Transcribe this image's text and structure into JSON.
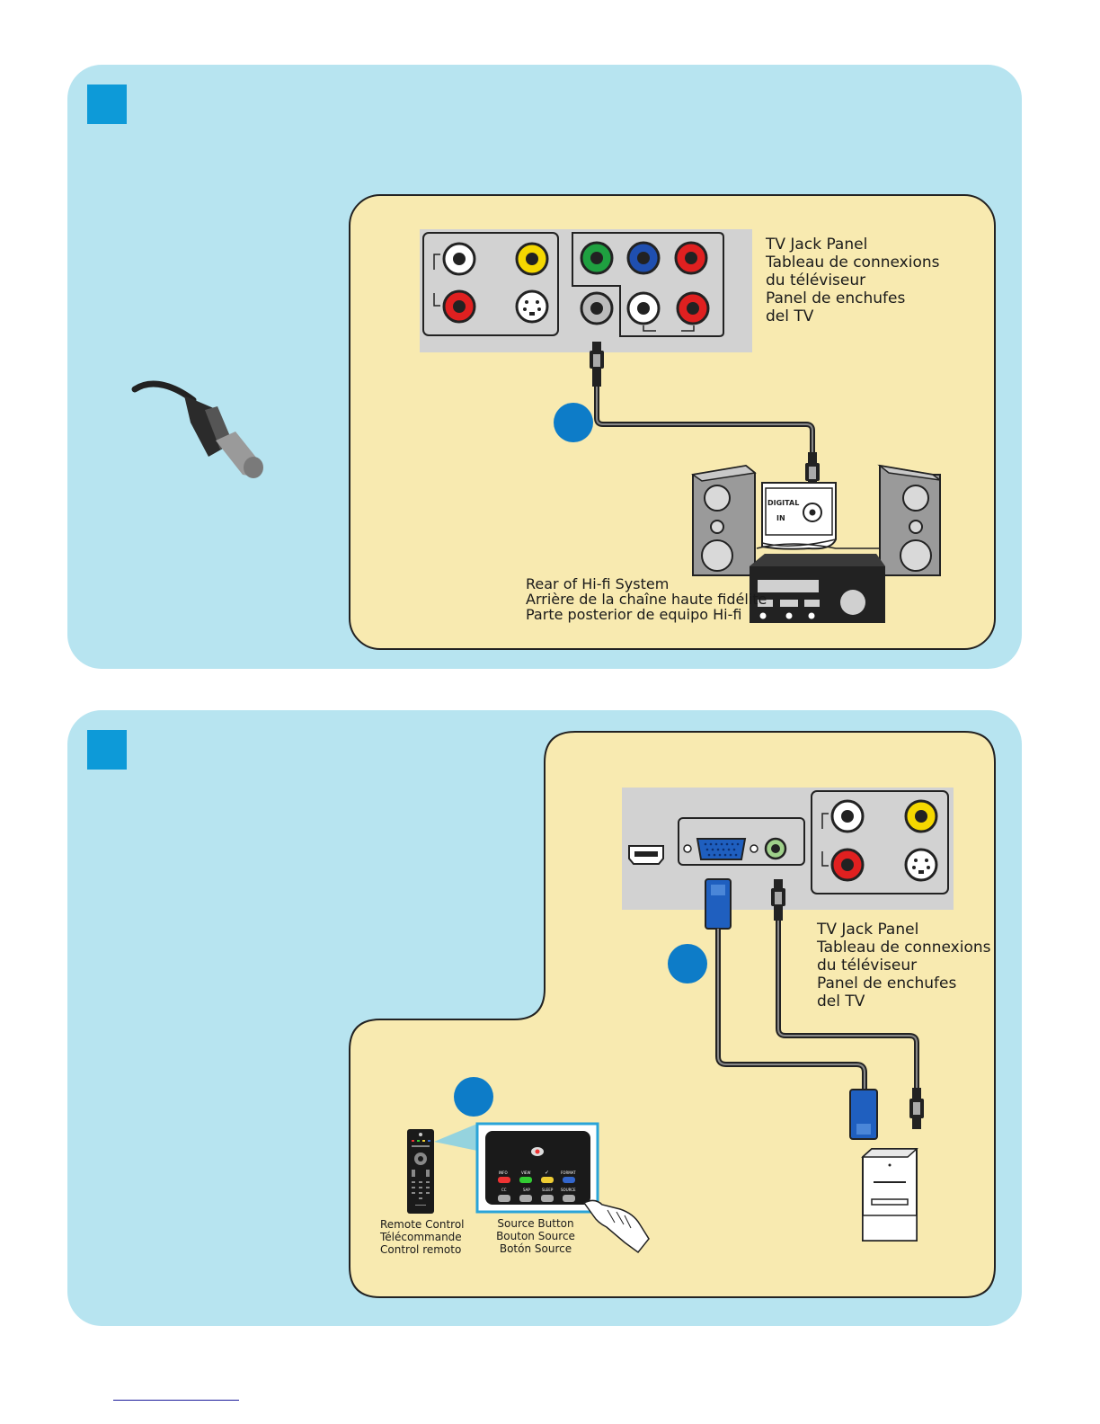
{
  "colors": {
    "panel_bg": "#b7e4f0",
    "inner_bg": "#f8eab0",
    "step_badge": "#0d9ad8",
    "device_gray": "#9a9a9a",
    "jack_panel_gray": "#d2d2d2"
  },
  "step1": {
    "tv_panel_label": [
      "TV Jack Panel",
      "Tableau de connexions",
      "du téléviseur",
      "Panel de enchufes",
      "del TV"
    ],
    "hifi_label": [
      "Rear of Hi-fi System",
      "Arrière de la chaîne haute fidélite",
      "Parte posterior de equipo Hi-fi"
    ],
    "digital_in": [
      "DIGITAL",
      "IN"
    ]
  },
  "step2": {
    "tv_panel_label": [
      "TV Jack Panel",
      "Tableau de connexions",
      "du téléviseur",
      "Panel de enchufes",
      "del TV"
    ],
    "remote_label": [
      "Remote Control",
      "Télécommande",
      "Control remoto"
    ],
    "source_label": [
      "Source Button",
      "Bouton Source",
      "Botón Source"
    ],
    "remote_buttons": [
      "INFO",
      "VIEW",
      "✓",
      "FORMAT",
      "CC",
      "SAP",
      "SLEEP",
      "SOURCE"
    ]
  }
}
